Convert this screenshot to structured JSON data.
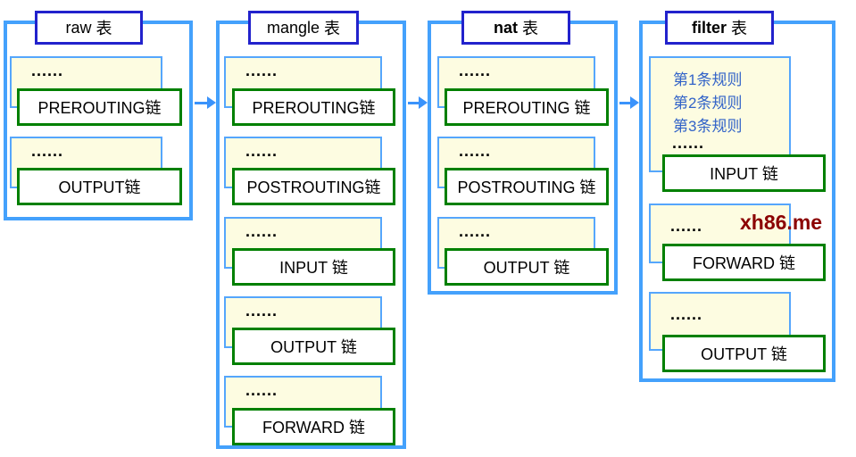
{
  "tables": {
    "raw": {
      "name": "raw",
      "suffix": "表",
      "chains": [
        {
          "dots": "......",
          "label": "PREROUTING链"
        },
        {
          "dots": "......",
          "label": "OUTPUT链"
        }
      ]
    },
    "mangle": {
      "name": "mangle",
      "suffix": "表",
      "chains": [
        {
          "dots": "......",
          "label": "PREROUTING链"
        },
        {
          "dots": "......",
          "label": "POSTROUTING链"
        },
        {
          "dots": "......",
          "label": "INPUT 链"
        },
        {
          "dots": "......",
          "label": "OUTPUT 链"
        },
        {
          "dots": "......",
          "label": "FORWARD 链"
        }
      ]
    },
    "nat": {
      "name": "nat",
      "suffix": "表",
      "chains": [
        {
          "dots": "......",
          "label": "PREROUTING 链"
        },
        {
          "dots": "......",
          "label": "POSTROUTING 链"
        },
        {
          "dots": "......",
          "label": "OUTPUT 链"
        }
      ]
    },
    "filter": {
      "name": "filter",
      "suffix": "表",
      "rules": [
        "第1条规则",
        "第2条规则",
        "第3条规则"
      ],
      "rules_dots": "......",
      "chains": [
        {
          "label": "INPUT 链"
        },
        {
          "dots": "......",
          "label": "FORWARD 链"
        },
        {
          "dots": "......",
          "label": "OUTPUT 链"
        }
      ]
    }
  },
  "watermark": "xh86.me",
  "colors": {
    "container_border": "#44a1fc",
    "group_border": "#55a6fc",
    "title_border": "#2222cc",
    "chain_border": "#008000",
    "group_bg": "#fdfce1",
    "rules_text": "#3263c8",
    "dots_text": "#000000",
    "watermark_text": "#8b0000",
    "arrow": "#3a93fb"
  }
}
